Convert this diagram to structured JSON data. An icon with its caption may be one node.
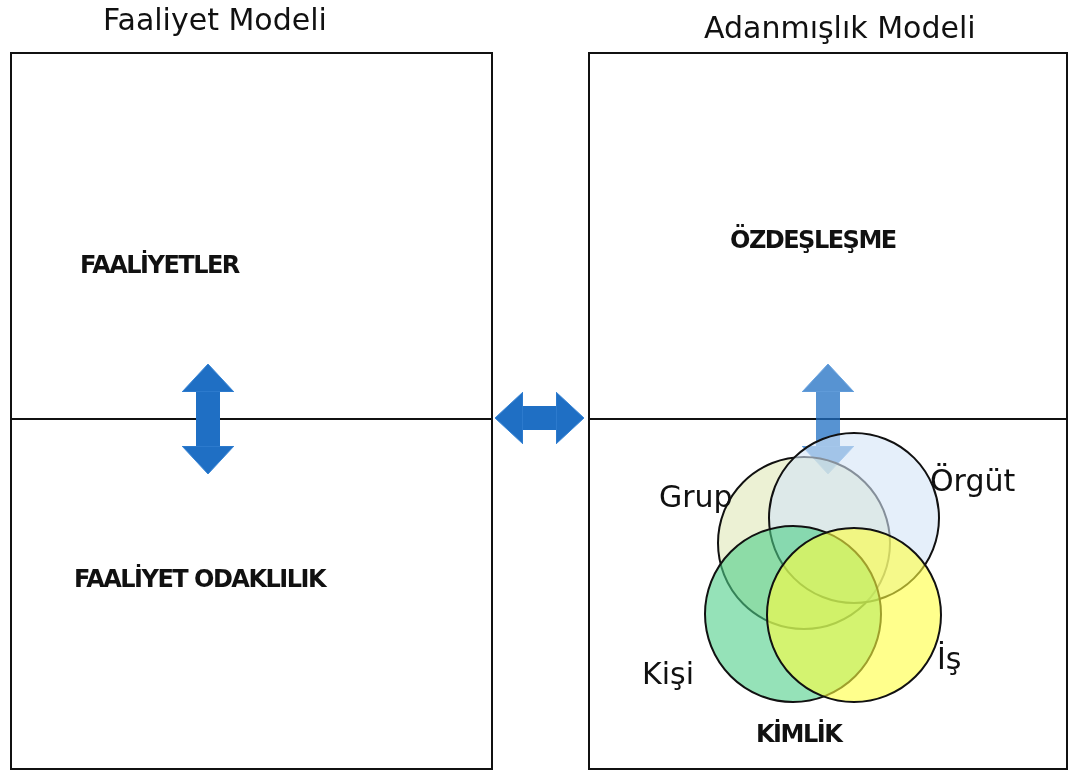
{
  "diagram": {
    "nodes": [
      {
        "text": [
          "Faaliyet Modeli"
        ]
      },
      {
        "text": [
          "FAALİYETLER"
        ],
        "in": 0
      },
      {
        "text": [
          "FAALİYET ODAKLILIK"
        ],
        "in": 0
      },
      {
        "text": [
          "Adanmışlık Modeli"
        ]
      },
      {
        "text": [
          "ÖZDEŞLEŞME"
        ],
        "in": 3
      },
      {
        "text": [
          "KİMLİK"
        ],
        "in": 3
      },
      {
        "text": [
          "Grup"
        ],
        "in": 5
      },
      {
        "text": [
          "Örgüt"
        ],
        "in": 5
      },
      {
        "text": [
          "Kişi"
        ],
        "in": 5
      },
      {
        "text": [
          "İş"
        ],
        "in": 5
      }
    ],
    "edges": [
      {
        "from": 1,
        "to": 2,
        "arrow": "both"
      },
      {
        "from": 0,
        "to": 3,
        "arrow": "both"
      },
      {
        "from": 4,
        "to": 5,
        "arrow": "both"
      }
    ]
  }
}
